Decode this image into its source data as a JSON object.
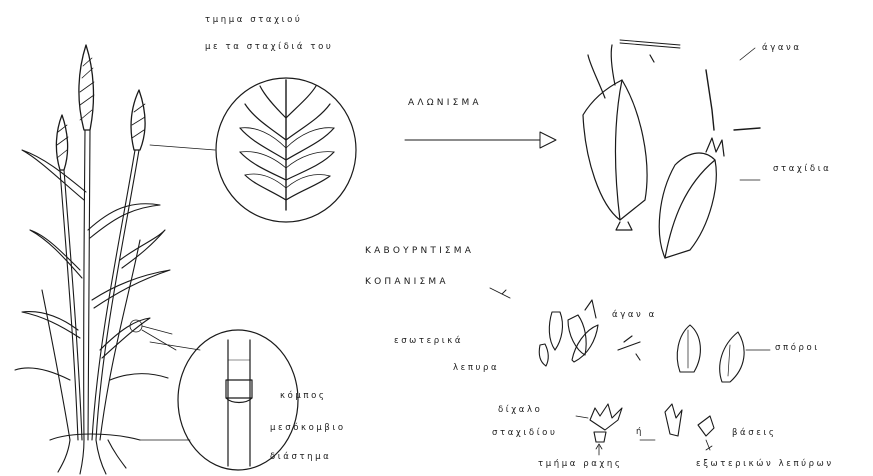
{
  "labels": {
    "spike_section_line1": "τμημα σταχιού",
    "spike_section_line2": "με τα σταχίδιά του",
    "threshing": "ΑΛΩΝΙΣΜΑ",
    "awns_top": "άγανα",
    "spikelets": "σταχίδια",
    "roasting": "ΚΑΒΟΥΡΝΤΙΣΜΑ",
    "pounding": "ΚΟΠΑΝΙΣΜΑ",
    "inner_line1": "εσωτερικά",
    "inner_line2": "λεπυρα",
    "awns_mid": "άγαν α",
    "seeds": "σπόροι",
    "node": "κόμπος",
    "internode": "μεσόκομβιο",
    "interval": "διάστημα",
    "fork_line1": "δίχαλο",
    "fork_line2": "σταχιδίου",
    "or": "ή",
    "bases": "βάσεις",
    "rachis_section": "τμήμα ραχης",
    "outer_glumes": "εξωτερικών λεπύρων"
  },
  "colors": {
    "ink": "#1a1a1a",
    "background": "#ffffff"
  }
}
